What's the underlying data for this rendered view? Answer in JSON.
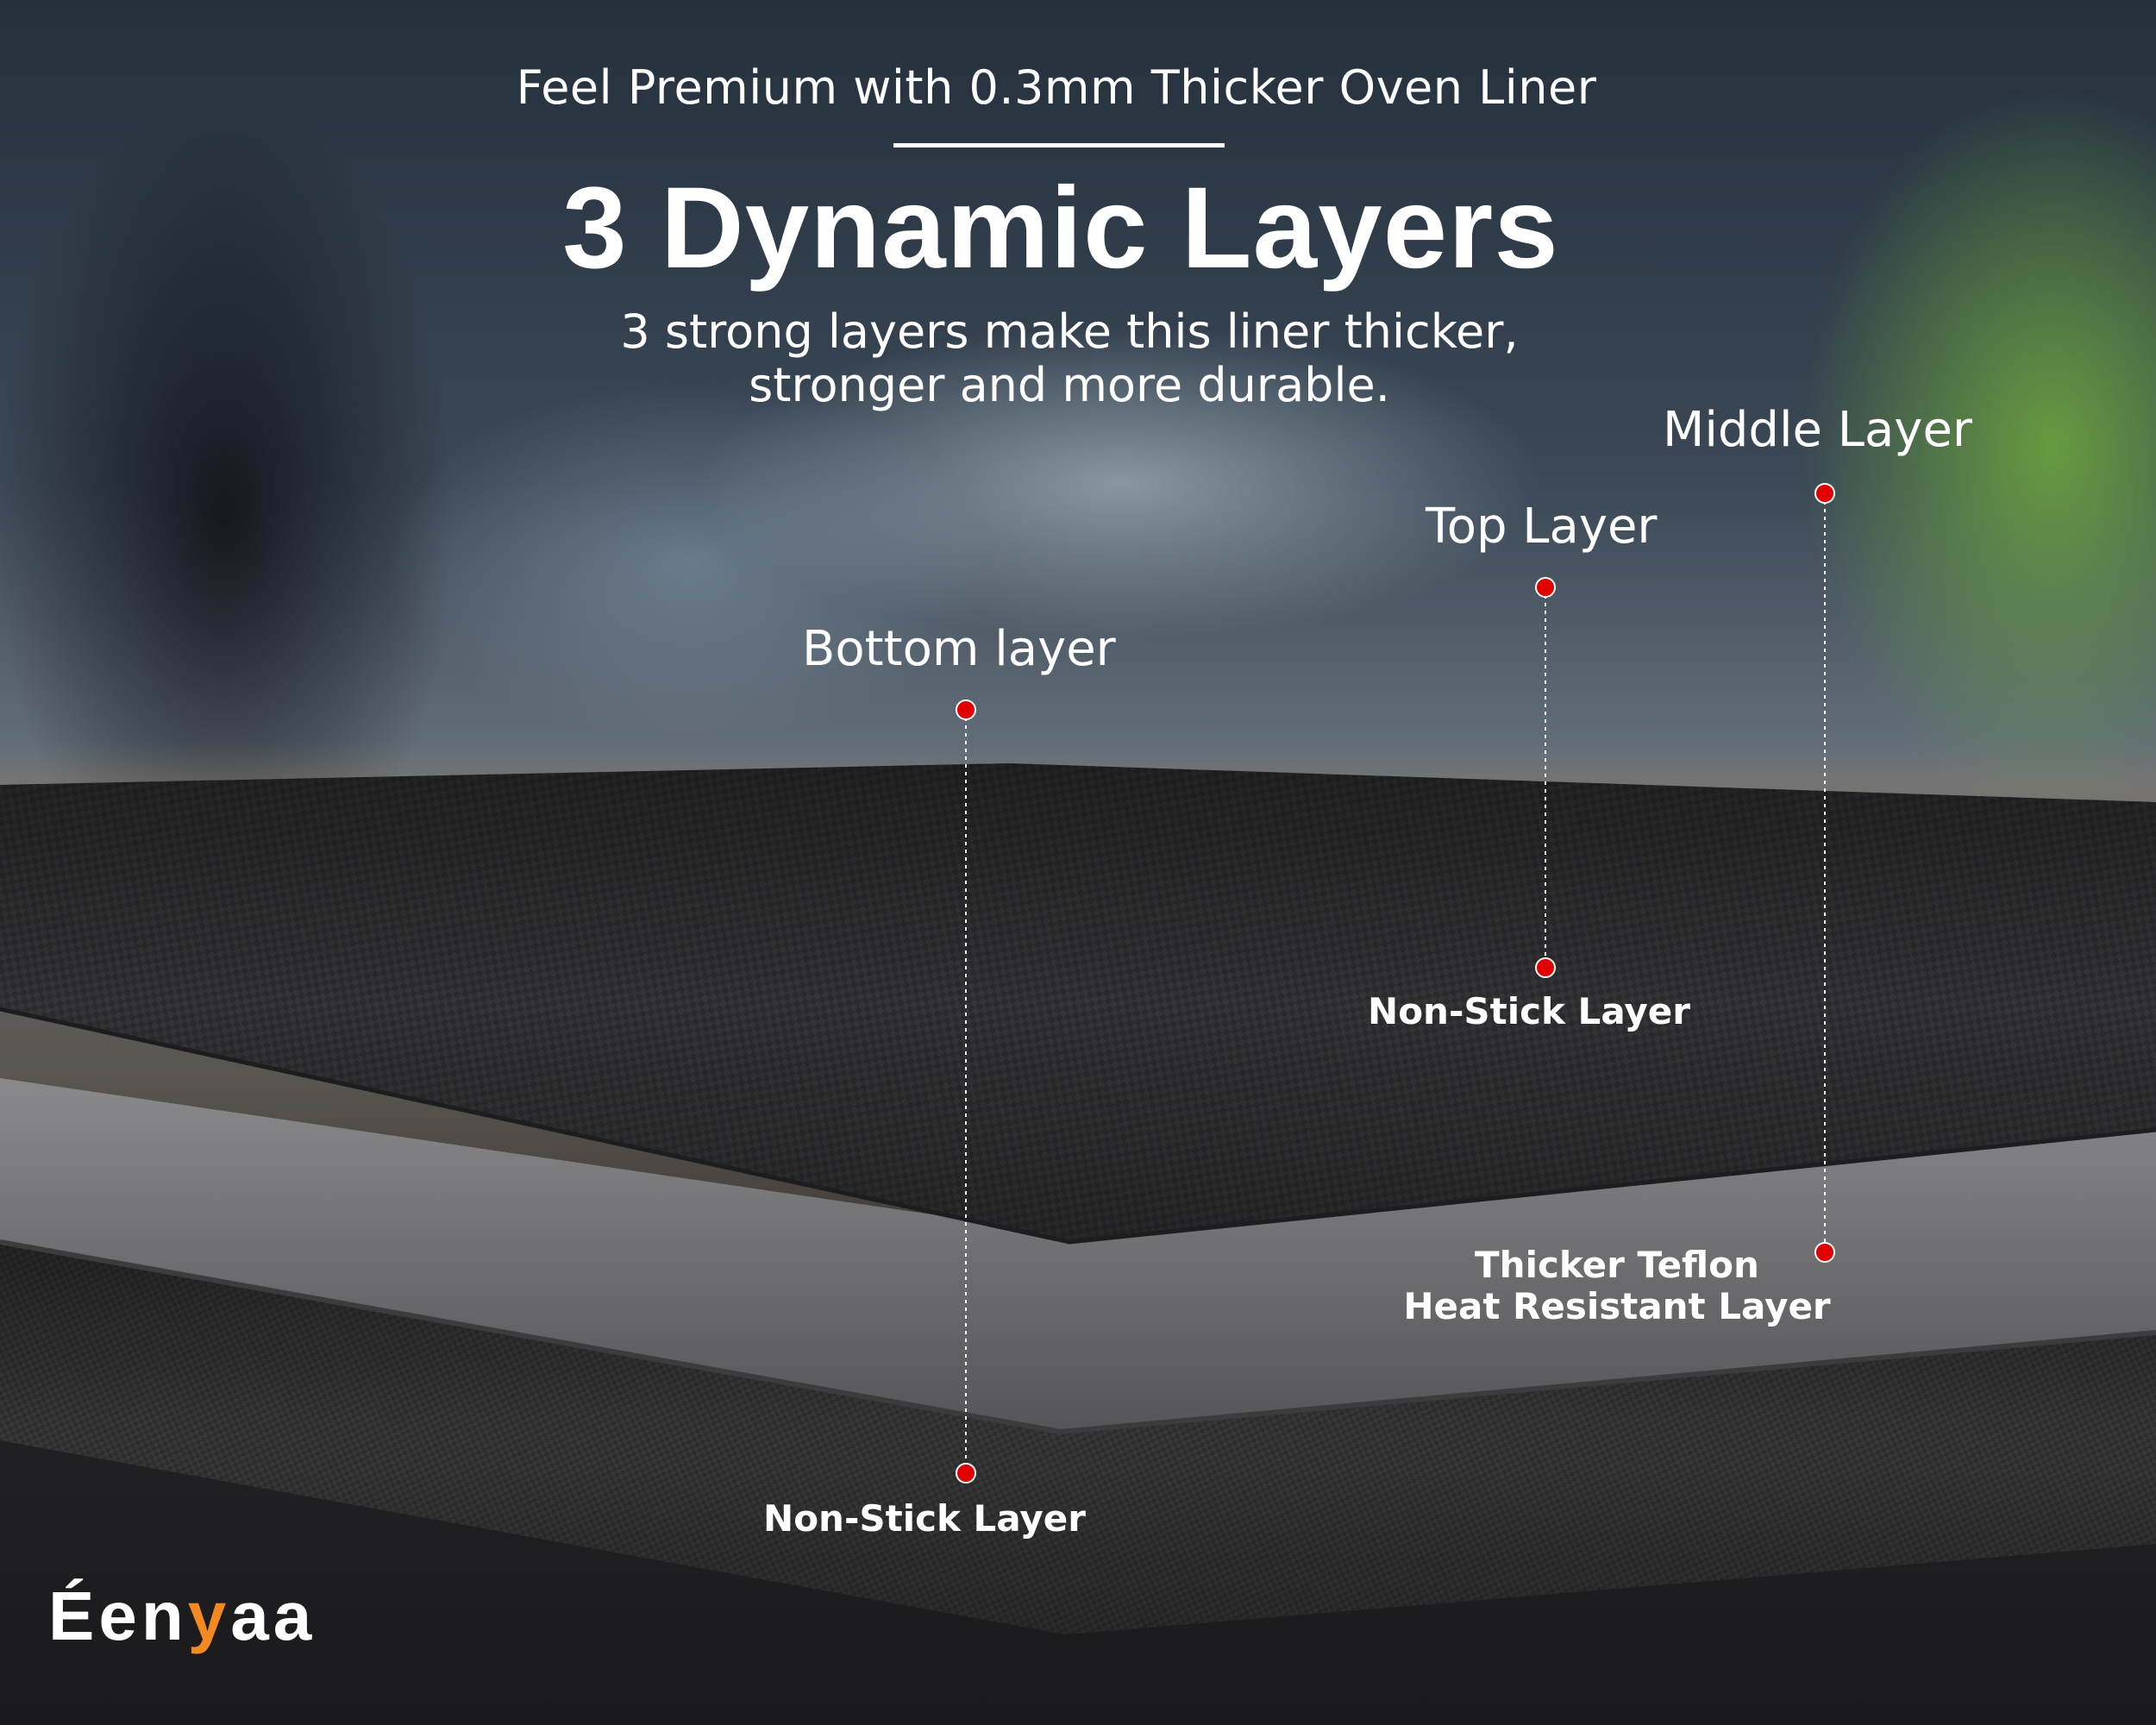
{
  "header": {
    "subtitle": "Feel Premium with 0.3mm Thicker Oven Liner",
    "title": "3 Dynamic Layers",
    "description_line1": "3 strong layers make this liner thicker,",
    "description_line2": "stronger and more durable."
  },
  "callouts": {
    "bottom": {
      "label": "Bottom layer",
      "sublabel": "Non-Stick Layer"
    },
    "top": {
      "label": "Top Layer",
      "sublabel": "Non-Stick Layer"
    },
    "middle": {
      "label": "Middle Layer",
      "sublabel_line1": "Thicker Teflon",
      "sublabel_line2": "Heat Resistant Layer"
    }
  },
  "brand": {
    "part1": "Éen",
    "accent": "y",
    "part2": "aa"
  },
  "colors": {
    "marker": "#e10000",
    "brand_accent": "#f28a1f",
    "top_layer": "#2c2c2e",
    "middle_layer": "#6a6a6c",
    "bottom_layer": "#303032"
  }
}
